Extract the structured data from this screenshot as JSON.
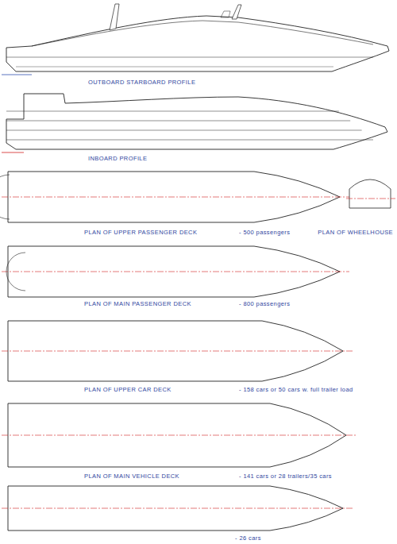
{
  "diagram": {
    "labels": [
      "OUTBOARD STARBOARD PROFILE",
      "INBOARD PROFILE",
      "PLAN OF UPPER PASSENGER DECK",
      "- 500 passengers",
      "PLAN OF WHEELHOUSE",
      "PLAN OF MAIN PASSENGER DECK",
      "- 800 passengers",
      "PLAN OF UPPER CAR DECK",
      "- 158 cars or 50 cars w. full trailer load",
      "PLAN OF MAIN VEHICLE DECK",
      "- 141 cars or 28 trailers/35 cars",
      "- 26 cars"
    ]
  }
}
